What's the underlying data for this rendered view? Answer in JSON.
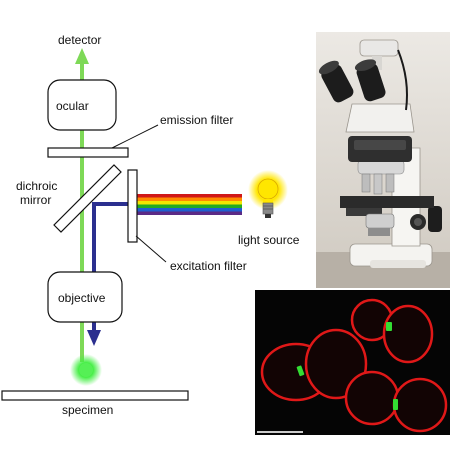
{
  "labels": {
    "detector": "detector",
    "ocular": "ocular",
    "emission_filter": "emission filter",
    "dichroic_mirror_line1": "dichroic",
    "dichroic_mirror_line2": "mirror",
    "light_source": "light source",
    "excitation_filter": "excitation filter",
    "objective": "objective",
    "specimen": "specimen"
  },
  "photos": {
    "microscope": "microscope-photo",
    "cells": "fluorescence-cells-image"
  },
  "colors": {
    "emission_beam": "#7ed957",
    "excitation_beam": "#2b2f8f",
    "specimen_glow": "#44ee44",
    "bulb": "#ffdd00",
    "cell_membrane": "#e01818",
    "septum": "#33dd33",
    "spectrum": [
      "#d01818",
      "#ff8a00",
      "#f2e600",
      "#22aa22",
      "#1f5fd0",
      "#5b2a86"
    ]
  }
}
